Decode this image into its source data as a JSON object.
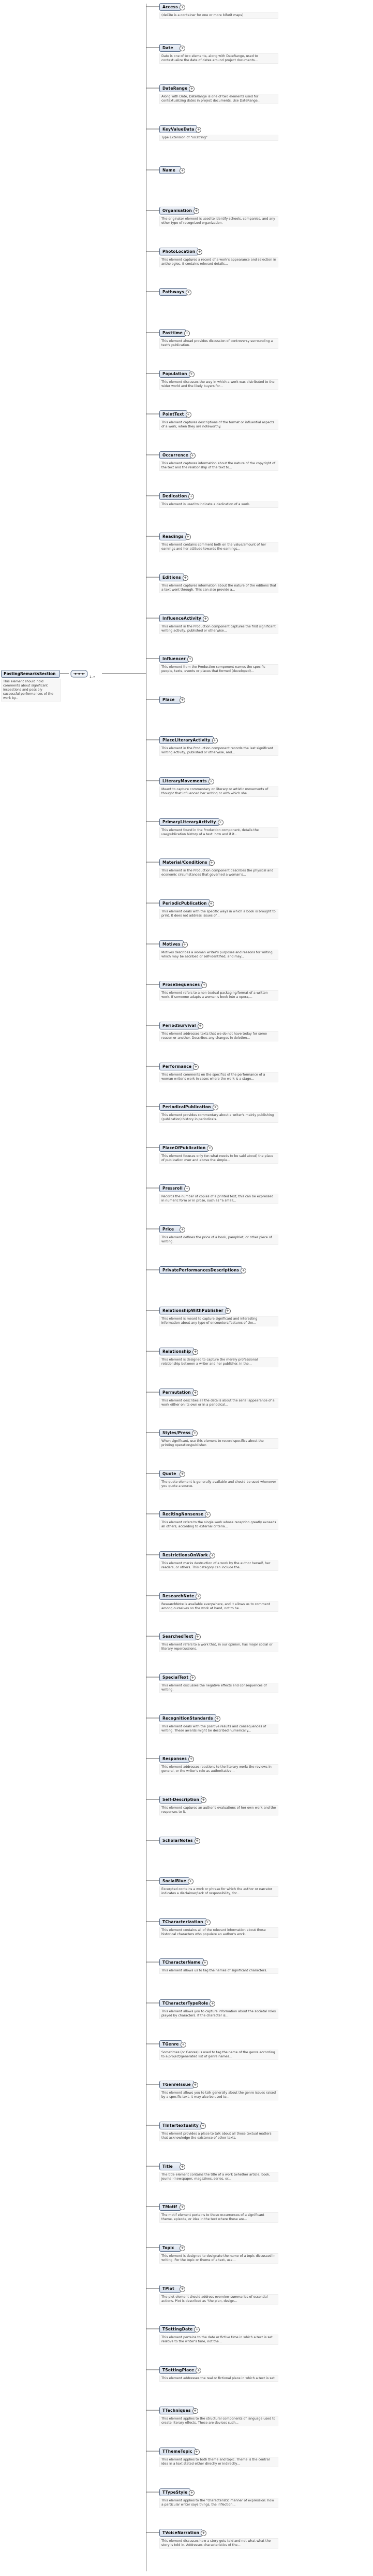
{
  "root": {
    "label": "PostingRemarksSection",
    "note": "This element should hold comments about significant inspections and possibly successful performances of the work by..."
  },
  "sequence": {
    "cardinality": "1..∞"
  },
  "children": [
    {
      "label": "Access",
      "note": "(deCite is a container for one or more bifurit maps)"
    },
    {
      "label": "Date",
      "note": "Date is one of two elements, along with DateRange, used to contextualize the date of dates around project documents..."
    },
    {
      "label": "DateRange",
      "note": "Along with Date, DateRange is one of two elements used for contextualizing dates in project documents. Use DateRange..."
    },
    {
      "label": "KeyValueData",
      "note": "Type   Extension of \"xs:string\""
    },
    {
      "label": "Name",
      "note": ""
    },
    {
      "label": "Organisation",
      "note": "The originator element is used to identify schools, companies, and any other type of recognized organization."
    },
    {
      "label": "PhotoLocation",
      "note": "This element captures a record of a work's appearance and selection in anthologies. It contains relevant details..."
    },
    {
      "label": "Pathways",
      "note": ""
    },
    {
      "label": "Pasttime",
      "note": "This element ahead provides discussion of controversy surrounding a text's publication."
    },
    {
      "label": "Population",
      "note": "This element discusses the way in which a work was distributed to the wider world and the likely buyers for..."
    },
    {
      "label": "PointText",
      "note": "This element captures descriptions of the format or influential aspects of a work, when they are noteworthy."
    },
    {
      "label": "Occurrence",
      "note": "This element captures information about the nature of the copyright of the text and the relationship of the text to..."
    },
    {
      "label": "Dedication",
      "note": "This element is used to indicate a dedication of a work."
    },
    {
      "label": "Readings",
      "note": "This element contains comment both on the value/amount of her earnings and her attitude towards the earnings..."
    },
    {
      "label": "Editions",
      "note": "This element captures information about the nature of the editions that a text went through. This can also provide a..."
    },
    {
      "label": "InfluenceActivity",
      "note": "This element in the Production component captures the first significant writing activity, published or otherwise..."
    },
    {
      "label": "Influencer",
      "note": "This element from the Production component names the specific people, texts, events or places that formed (developed)..."
    },
    {
      "label": "Place",
      "note": ""
    },
    {
      "label": "PlaceLiteraryActivity",
      "note": "This element in the Production component records the last significant writing activity, published or otherwise, and..."
    },
    {
      "label": "LiteraryMovements",
      "note": "Meant to capture commentary on literary or artistic movements of thought that influenced her writing or with which she..."
    },
    {
      "label": "PrimaryLiteraryActivity",
      "note": "This element found in the Production component, details the use/publication history of a text: how and if it..."
    },
    {
      "label": "Material/Conditions",
      "note": "This element in the Production component describes the physical and economic circumstances that governed a woman's..."
    },
    {
      "label": "PeriodicPublication",
      "note": "This element deals with the specific ways in which a book is brought to print. It does not address issues of..."
    },
    {
      "label": "Motives",
      "note": "Motives describes a woman writer's purposes and reasons for writing, which may be ascribed or self-identified, and may..."
    },
    {
      "label": "ProseSequences",
      "note": "This element refers to a non-textual packaging/format of a written work. If someone adapts a woman's book into a opera,..."
    },
    {
      "label": "PeriodSurvival",
      "note": "This element addresses texts that we do not have today for some reason or another. Describes any changes in deletion..."
    },
    {
      "label": "Performance",
      "note": "This element comments on the specifics of the performance of a woman writer's work in cases where the work is a stage..."
    },
    {
      "label": "PeriodicalPublication",
      "note": "This element provides commentary about a writer's mainly publishing (publication) history in periodicals."
    },
    {
      "label": "PlaceOfPublication",
      "note": "This element focuses only (on what needs to be said about) the place of publication over and above the simple..."
    },
    {
      "label": "Pressroll",
      "note": "Records the number of copies of a printed text, this can be expressed in numeric form or in prose, such as \"a small..."
    },
    {
      "label": "Price",
      "note": "This element defines the price of a book, pamphlet, or other piece of writing."
    },
    {
      "label": "PrivatePerformancesDescriptions",
      "note": ""
    },
    {
      "label": "RelationshipWithPublisher",
      "note": "This element is meant to capture significant and interesting information about any type of encounters/features of the..."
    },
    {
      "label": "Relationship",
      "note": "This element is designed to capture the merely professional relationship between a writer and her publisher. In the..."
    },
    {
      "label": "Permutation",
      "note": "This element describes all the details about the serial appearance of a work either on its own or in a periodical..."
    },
    {
      "label": "Styles/Press",
      "note": "When significant, use this element to record specifics about the printing operation/publisher."
    },
    {
      "label": "Quote",
      "note": "The quote element is generally available and should be used whenever you quote a source."
    },
    {
      "label": "RecitingNonsense",
      "note": "This element refers to the single work whose reception greatly exceeds all others, according to external criteria..."
    },
    {
      "label": "RestrictionsOnWork",
      "note": "This element marks destruction of a work by the author herself, her readers, or others. This category can include the..."
    },
    {
      "label": "ResearchNote",
      "note": "ResearchNote is available everywhere, and it allows us to comment among ourselves on the work at hand, not to be..."
    },
    {
      "label": "SearchedText",
      "note": "This element refers to a work that, in our opinion, has major social or literary repercussions."
    },
    {
      "label": "SpecialText",
      "note": "This element discusses the negative effects and consequences of writing."
    },
    {
      "label": "RecognitionStandards",
      "note": "This element deals with the positive results and consequences of writing. These awards might be described numerically..."
    },
    {
      "label": "Responses",
      "note": "This element addresses reactions to the literary work: the reviews in general, or the writer's role as authoritative..."
    },
    {
      "label": "Self-Description",
      "note": "This element captures an author's evaluations of her own work and the responses to it."
    },
    {
      "label": "ScholarNotes",
      "note": ""
    },
    {
      "label": "SocialBlue",
      "note": "Excerpted contains a work or phrase for which the author or narrator indicates a disclaimer/lack of responsibility, for..."
    },
    {
      "label": "TCharacterization",
      "note": "This element contains all of the relevant information about those historical characters who populate an author's work."
    },
    {
      "label": "TCharacterName",
      "note": "This element allows us to tag the names of significant characters."
    },
    {
      "label": "TCharacterTypeRole",
      "note": "This element allows you to capture information about the societal roles played by characters. If the character is..."
    },
    {
      "label": "TGenre",
      "note": "Sometimes (or Genres) is used to tag the name of the genre according to a project/generated list of genre names..."
    },
    {
      "label": "TGenreIssue",
      "note": "This element allows you to talk generally about the genre issues raised by a specific text. It may also be used to..."
    },
    {
      "label": "TIntertextuality",
      "note": "This element provides a place to talk about all those textual matters that acknowledge the existence of other texts."
    },
    {
      "label": "Title",
      "note": "The title element contains the title of a work (whether article, book, journal (newspaper, magazines, series, or..."
    },
    {
      "label": "TMotif",
      "note": "The motif element pertains to those occurrences of a significant theme, episode, or idea in the text where these are..."
    },
    {
      "label": "Topic",
      "note": "This element is designed to designate the name of a topic discussed in writing. For the topic or theme of a text, use..."
    },
    {
      "label": "TPlot",
      "note": "The plot element should address overview summaries of essential actions. Plot is described as \"the plan, design..."
    },
    {
      "label": "TSettingDate",
      "note": "This element pertains to the date or fictive time in which a text is set relative to the writer's time, not the..."
    },
    {
      "label": "TSettingPlace",
      "note": "This element addresses the real or fictional place in which a text is set."
    },
    {
      "label": "TTechniques",
      "note": "This element applies to the structural components of language used to create literary effects. These are devices such..."
    },
    {
      "label": "TThemeTopic",
      "note": "This element applies to both theme and topic. Theme is the central idea in a text stated either directly or indirectly..."
    },
    {
      "label": "TTypeStyle",
      "note": "This element applies to the \"characteristic manner of expression: how a particular writer says things, the inflection..."
    },
    {
      "label": "TVoiceNarration",
      "note": "This element discusses how a story gets told and not what what the story is told in. Addresses characteristics of the..."
    }
  ],
  "colors": {
    "node_border": "#5a6d8a",
    "line": "#555555",
    "note_bg": "#f7f7f7"
  }
}
